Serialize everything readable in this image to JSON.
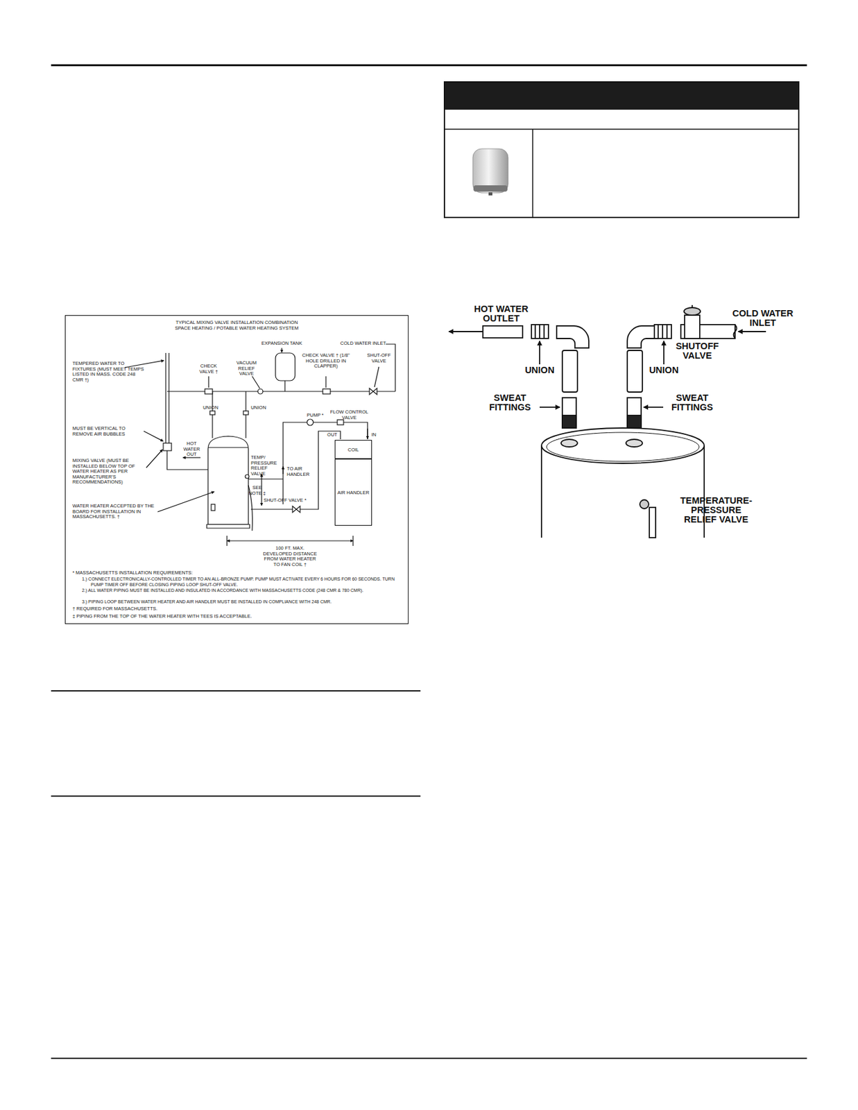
{
  "diagram": {
    "nodes": [
      {
        "text": [
          "TYPICAL MIXING VALVE INSTALLATION COMBINATION SPACE HEATING / POTABLE WATER HEATING SYSTEM"
        ]
      },
      {
        "text": [
          "COIL"
        ],
        "in": 0
      },
      {
        "text": [
          "AIR HANDLER"
        ],
        "in": 0
      }
    ],
    "labels": [
      "TEMPERED WATER TO FIXTURES (MUST MEET TEMPS LISTED IN MASS. CODE 248 CMR †)",
      "CHECK VALVE †",
      "VACUUM RELIEF VALVE",
      "EXPANSION TANK",
      "CHECK VALVE † (1/8\" HOLE DRILLED IN CLAPPER)",
      "COLD WATER INLET",
      "SHUT-OFF VALVE",
      "UNION",
      "UNION",
      "PUMP *",
      "FLOW CONTROL VALVE",
      "OUT",
      "IN",
      "MUST BE VERTICAL TO REMOVE AIR BUBBLES",
      "HOT WATER OUT",
      "TEMP/ PRESSURE RELIEF VALVE",
      "TO AIR HANDLER",
      "MIXING VALVE (MUST BE INSTALLED BELOW TOP OF WATER HEATER AS PER MANUFACTURER'S RECOMMENDATIONS)",
      "SEE NOTE ‡",
      "SHUT-OFF VALVE *",
      "WATER HEATER ACCEPTED BY THE BOARD FOR INSTALLATION IN MASSACHUSETTS. †",
      "100 FT. MAX. DEVELOPED DISTANCE FROM WATER HEATER TO FAN COIL †",
      "* MASSACHUSETTS INSTALLATION REQUIREMENTS:",
      "1.) CONNECT ELECTRONICALLY-CONTROLLED TIMER TO AN ALL-BRONZE PUMP. PUMP MUST ACTIVATE EVERY 6 HOURS FOR 60 SECONDS. TURN PUMP TIMER OFF BEFORE CLOSING PIPING LOOP SHUT-OFF VALVE.",
      "2.) ALL WATER PIPING MUST BE INSTALLED AND INSULATED IN ACCORDANCE WITH MASSACHUSETTS CODE (248 CMR & 780 CMR).",
      "3.) PIPING LOOP BETWEEN WATER HEATER AND AIR HANDLER MUST BE INSTALLED IN COMPLIANCE WITH 248 CMR.",
      "† REQUIRED FOR MASSACHUSETTS.",
      "‡ PIPING FROM THE TOP OF THE WATER HEATER WITH TEES IS ACCEPTABLE.",
      "HOT WATER OUTLET",
      "UNION",
      "SWEAT FITTINGS",
      "COLD WATER INLET",
      "SHUTOFF VALVE",
      "UNION",
      "SWEAT FITTINGS",
      "TEMPERATURE-PRESSURE RELIEF VALVE"
    ]
  }
}
